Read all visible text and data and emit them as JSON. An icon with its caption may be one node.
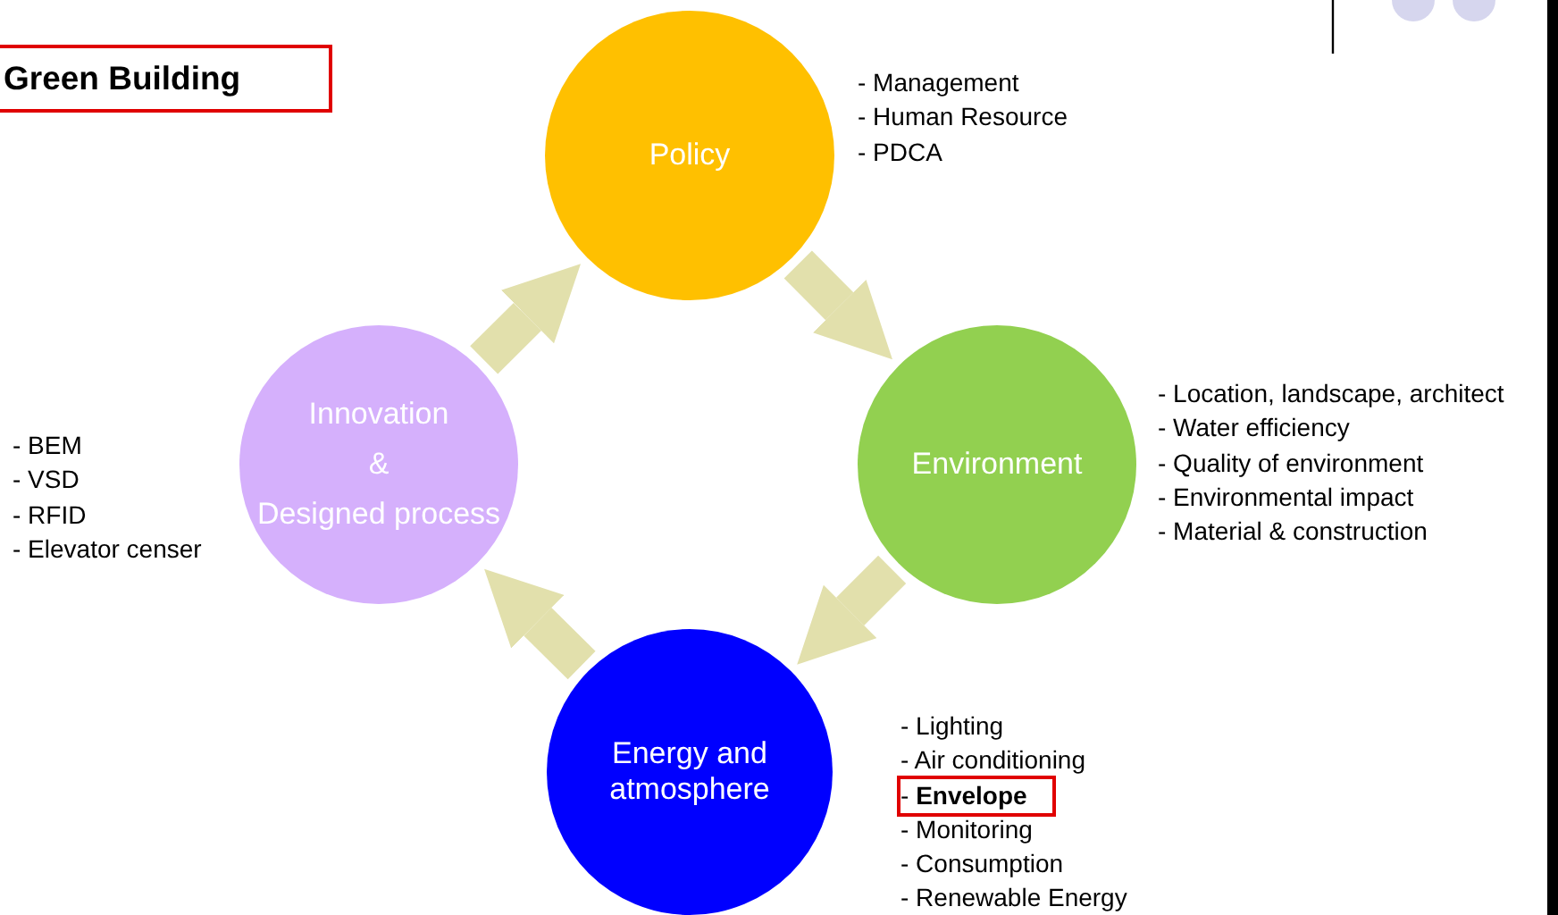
{
  "diagram": {
    "title": "Green Building",
    "nodes": [
      {
        "text": [
          "Policy"
        ],
        "beside": [
          "- Management",
          "- Human Resource",
          "- PDCA"
        ]
      },
      {
        "text": [
          "Environment"
        ],
        "beside": [
          "- Location, landscape, architect",
          "- Water efficiency",
          "- Quality of environment",
          "- Environmental impact",
          "- Material & construction"
        ]
      },
      {
        "text": [
          "Energy and atmosphere"
        ],
        "beside": [
          "- Lighting",
          "- Air conditioning",
          "- **Envelope**",
          "- Monitoring",
          "- Consumption",
          "- Renewable Energy"
        ]
      },
      {
        "text": [
          "Innovation",
          "&",
          "Designed process"
        ],
        "beside": [
          "- BEM",
          "- VSD",
          "- RFID",
          "- Elevator censer"
        ]
      }
    ],
    "edges": [
      {
        "from": 0,
        "to": 1,
        "arrow": "to"
      },
      {
        "from": 1,
        "to": 2,
        "arrow": "to"
      },
      {
        "from": 2,
        "to": 3,
        "arrow": "to"
      },
      {
        "from": 3,
        "to": 0,
        "arrow": "to"
      }
    ]
  }
}
